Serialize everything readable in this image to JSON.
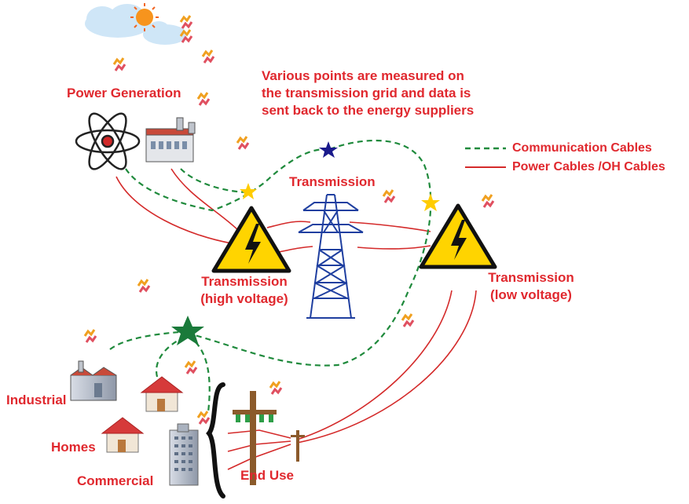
{
  "annotation": {
    "lines": [
      "Various points are measured on",
      "the transmission grid and data is",
      "sent back to the energy suppliers"
    ]
  },
  "legend": {
    "communication": "Communication Cables",
    "power": "Power Cables /OH Cables"
  },
  "labels": {
    "power_generation": "Power Generation",
    "transmission": "Transmission",
    "transmission_high": [
      "Transmission",
      "(high voltage)"
    ],
    "transmission_low": [
      "Transmission",
      "(low voltage)"
    ],
    "industrial": "Industrial",
    "homes": "Homes",
    "commercial": "Commercial",
    "end_use": "End Use"
  },
  "colors": {
    "label": "#e0282e",
    "communication_cable": "#1f8a3c",
    "power_cable": "#d42a2a",
    "warning_fill": "#ffd400",
    "tower": "#1f3fa0",
    "star_gold": "#ffcc00",
    "star_navy": "#1a1a8c",
    "star_green": "#1a7a3a"
  },
  "icons": [
    "sun-icon",
    "cloud-icon",
    "atom-icon",
    "factory-icon",
    "warning-icon",
    "transmission-tower-icon",
    "house-icon",
    "skyscraper-icon",
    "utility-pole-icon",
    "signal-icon",
    "star-icon"
  ]
}
